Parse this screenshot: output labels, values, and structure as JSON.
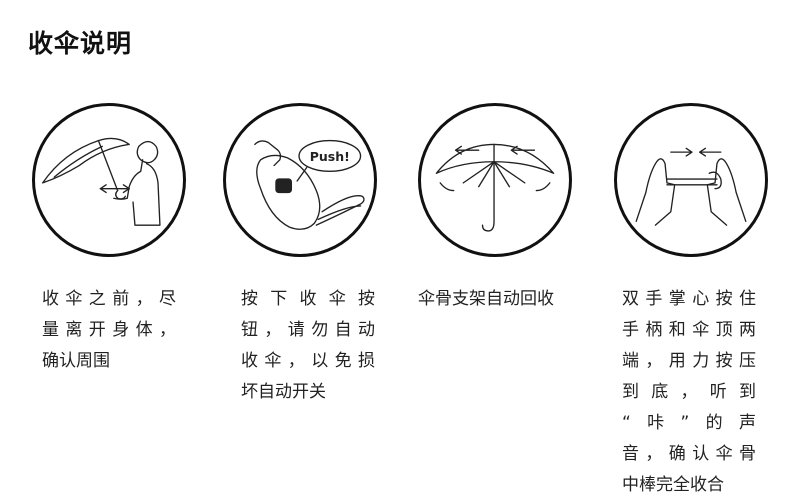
{
  "title": "收伞说明",
  "steps": [
    {
      "illustration": "person-holding-umbrella-icon",
      "lines": [
        "收伞之前，尽",
        "量离开身体，",
        "确认周围"
      ]
    },
    {
      "illustration": "press-push-button-icon",
      "button_text": "Push!",
      "lines": [
        "按下收伞按",
        "钮，请勿自动",
        "收伞，以免损",
        "坏自动开关"
      ]
    },
    {
      "illustration": "umbrella-ribs-retracting-icon",
      "lines": [
        "伞骨支架自动回收"
      ]
    },
    {
      "illustration": "two-hands-pressing-umbrella-icon",
      "lines": [
        "双手掌心按住",
        "手柄和伞顶两",
        "端，用力按压",
        "到底，听到",
        "“咔”的声",
        "音，确认伞骨",
        "中棒完全收合"
      ]
    }
  ]
}
